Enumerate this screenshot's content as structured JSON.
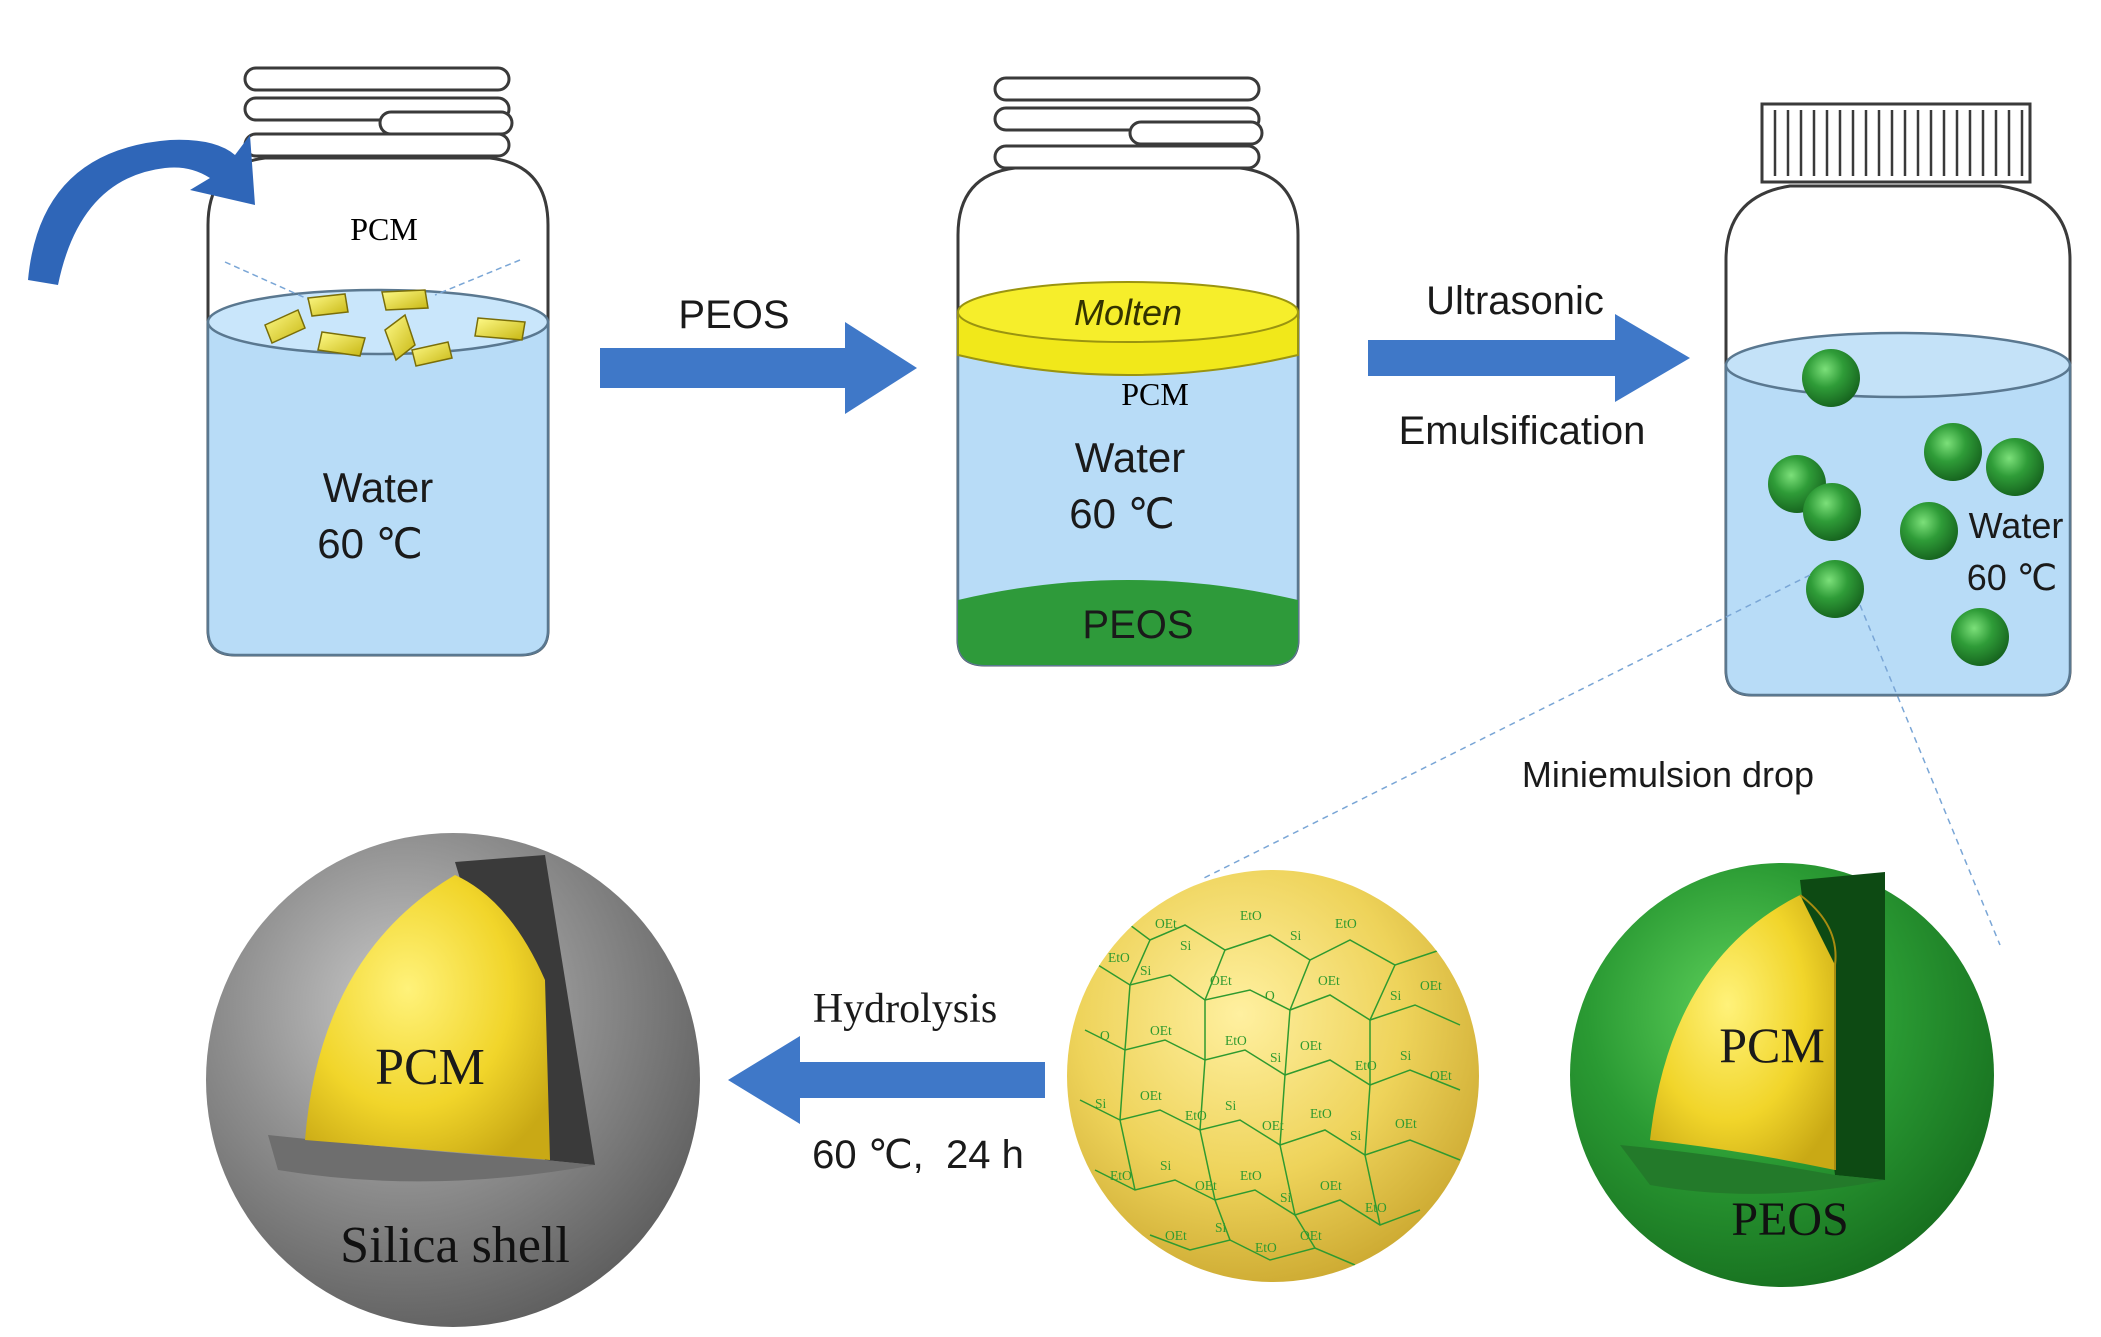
{
  "colors": {
    "water": "#b8dcf7",
    "water_edge": "#6f8fa8",
    "pcm_yellow": "#f1e11c",
    "peos_green": "#2e9a3a",
    "arrow_blue": "#3f78c8",
    "silica_gray": "#8f8f8f",
    "chem_green": "#2f9a2f"
  },
  "icons": {
    "curved_arrow": "curved-arrow-icon",
    "jar": "jar-icon",
    "arrow": "arrow-right-icon"
  },
  "labels": {
    "jar1_pcm": "PCM",
    "jar1_water": "Water",
    "jar1_temp": "60 ℃",
    "arrow1": "PEOS",
    "jar2_molten": "Molten",
    "jar2_pcm": "PCM",
    "jar2_water": "Water",
    "jar2_temp": "60 ℃",
    "jar2_peos": "PEOS",
    "arrow2_top": "Ultrasonic",
    "arrow2_bottom": "Emulsification",
    "jar3_water": "Water",
    "jar3_temp": "60 ℃",
    "drop_label": "Miniemulsion drop",
    "green_core": "PCM",
    "green_shell": "PEOS",
    "arrow3_top": "Hydrolysis",
    "arrow3_bottom": "60 ℃,  24 h",
    "gray_core": "PCM",
    "gray_shell": "Silica shell"
  },
  "chem": {
    "eto": "EtO",
    "oet": "OEt",
    "si": "Si",
    "o": "O"
  }
}
